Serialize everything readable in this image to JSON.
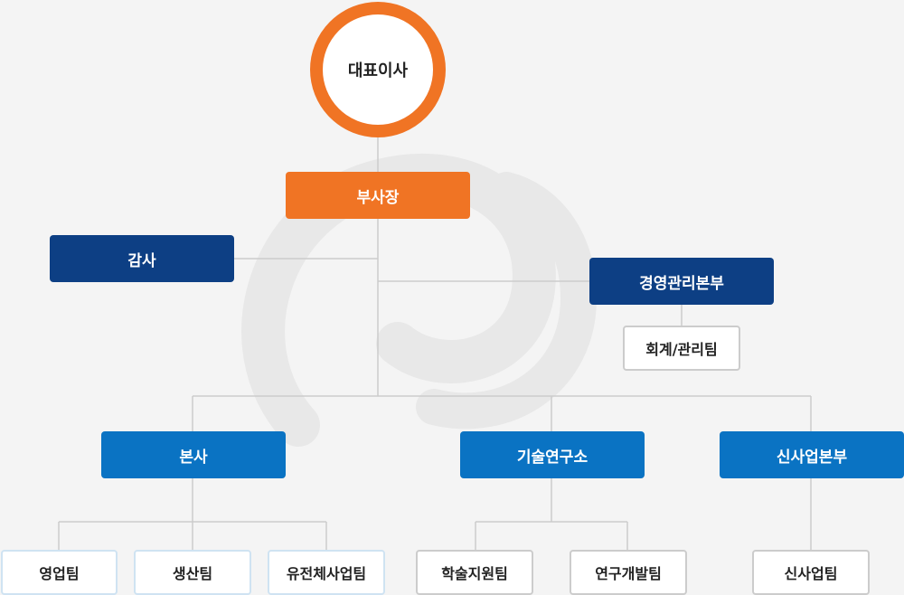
{
  "colors": {
    "ceo_ring": "#f07424",
    "vice_president": "#f07424",
    "audit": "#0d3f84",
    "management_division": "#0d3f84",
    "divisions": "#0a73c3",
    "connector": "#cccccc",
    "background": "#f4f4f4"
  },
  "org": {
    "ceo": "대표이사",
    "vice_president": "부사장",
    "audit": "감사",
    "management": {
      "label": "경영관리본부",
      "teams": [
        "회계/관리팀"
      ]
    },
    "divisions": [
      {
        "label": "본사",
        "teams": [
          "영업팀",
          "생산팀",
          "유전체사업팀"
        ]
      },
      {
        "label": "기술연구소",
        "teams": [
          "학술지원팀",
          "연구개발팀"
        ]
      },
      {
        "label": "신사업본부",
        "teams": [
          "신사업팀"
        ]
      }
    ]
  }
}
